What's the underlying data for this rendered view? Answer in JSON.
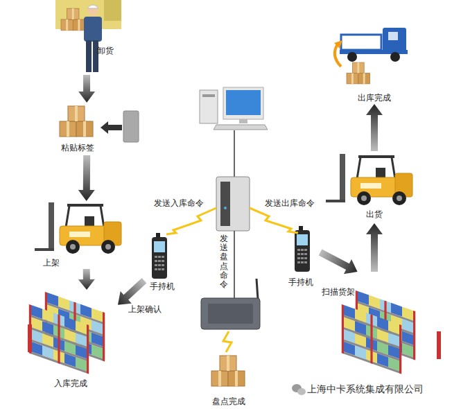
{
  "diagram": {
    "nodes": [
      {
        "text": [
          "卸货"
        ]
      },
      {
        "text": [
          "粘贴标签"
        ]
      },
      {
        "text": [
          "上架"
        ]
      },
      {
        "text": [
          "入库完成"
        ]
      },
      {
        "text": [
          "手持机"
        ]
      },
      {
        "text": [
          "手持机"
        ]
      },
      {
        "text": [
          "扫描货架"
        ]
      },
      {
        "text": [
          "出货"
        ]
      },
      {
        "text": [
          "出库完成"
        ]
      },
      {
        "text": [
          "盘点完成"
        ]
      }
    ],
    "edges": [
      {
        "from": 0,
        "to": 1,
        "arrow": "to"
      },
      {
        "from": 1,
        "to": 2,
        "arrow": "to"
      },
      {
        "from": 2,
        "to": 3,
        "arrow": "to"
      },
      {
        "from": 4,
        "to": 3,
        "arrow": "to",
        "label": "上架确认"
      },
      {
        "from": 5,
        "to": 6,
        "arrow": "to"
      },
      {
        "from": 6,
        "to": 7,
        "arrow": "to"
      },
      {
        "from": 7,
        "to": 8,
        "arrow": "to"
      }
    ],
    "labels": [
      "发送入库命令",
      "发送盘点命令",
      "发送出库命令",
      "上海中卡系统集成有限公司"
    ]
  }
}
